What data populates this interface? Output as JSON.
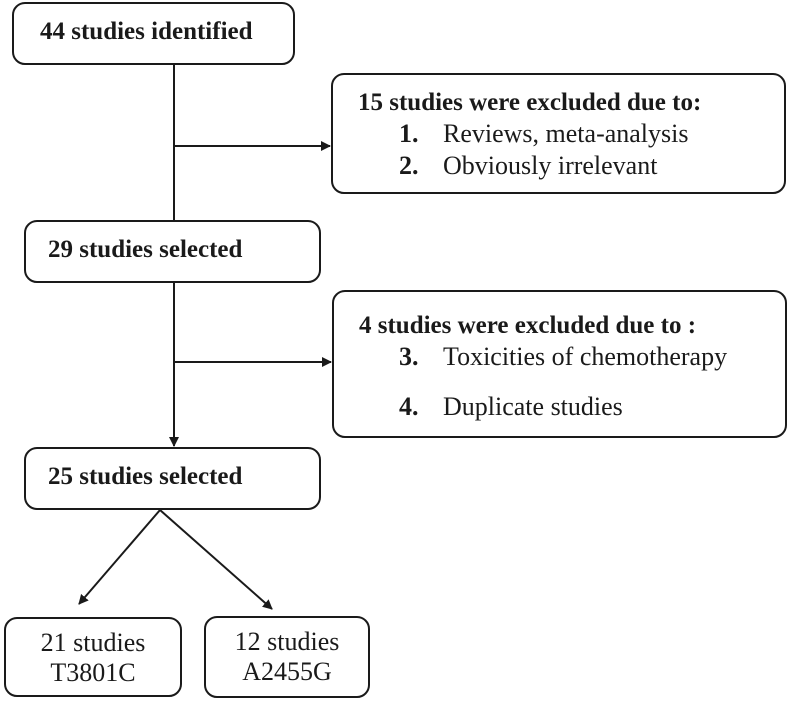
{
  "nodes": {
    "identified": "44 studies identified",
    "exclusion1": {
      "header": "15 studies were excluded due to:",
      "items": [
        {
          "num": "1.",
          "text": "Reviews, meta-analysis"
        },
        {
          "num": "2.",
          "text": "Obviously irrelevant"
        }
      ]
    },
    "selected1": "29 studies selected",
    "exclusion2": {
      "header": "4 studies were excluded due to :",
      "items": [
        {
          "num": "3.",
          "text": "Toxicities of chemotherapy"
        },
        {
          "num": "4.",
          "text": "Duplicate studies"
        }
      ]
    },
    "selected2": "25 studies selected",
    "leaf_t3801c": {
      "line1": "21 studies",
      "line2": "T3801C"
    },
    "leaf_a2455g": {
      "line1": "12 studies",
      "line2": "A2455G"
    }
  },
  "colors": {
    "line": "#1a1a1a",
    "background": "#ffffff"
  }
}
